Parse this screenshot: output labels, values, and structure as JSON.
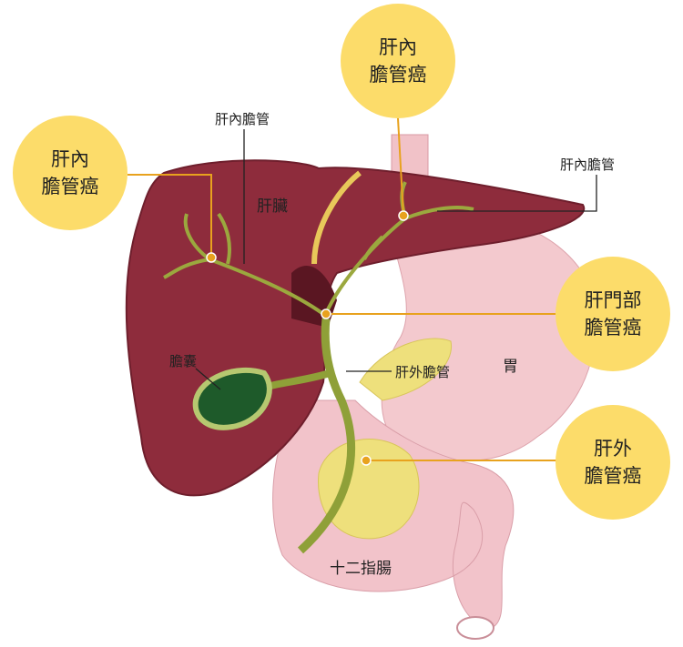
{
  "callouts": {
    "left": {
      "line1": "肝內",
      "line2": "膽管癌"
    },
    "top": {
      "line1": "肝內",
      "line2": "膽管癌"
    },
    "hilar": {
      "line1": "肝門部",
      "line2": "膽管癌"
    },
    "extra": {
      "line1": "肝外",
      "line2": "膽管癌"
    }
  },
  "labels": {
    "intrahepatic_duct_top": "肝內膽管",
    "intrahepatic_duct_right": "肝內膽管",
    "liver": "肝臟",
    "gallbladder": "膽囊",
    "extrahepatic_duct": "肝外膽管",
    "stomach": "胃",
    "duodenum": "十二指腸"
  },
  "colors": {
    "callout": "#FCDC6A",
    "pointer": "#E8A21E",
    "liver": "#8E2C3C",
    "stomach": "#F3C9CE",
    "pancreas": "#EEE07C",
    "duct": "#9BA83E"
  }
}
